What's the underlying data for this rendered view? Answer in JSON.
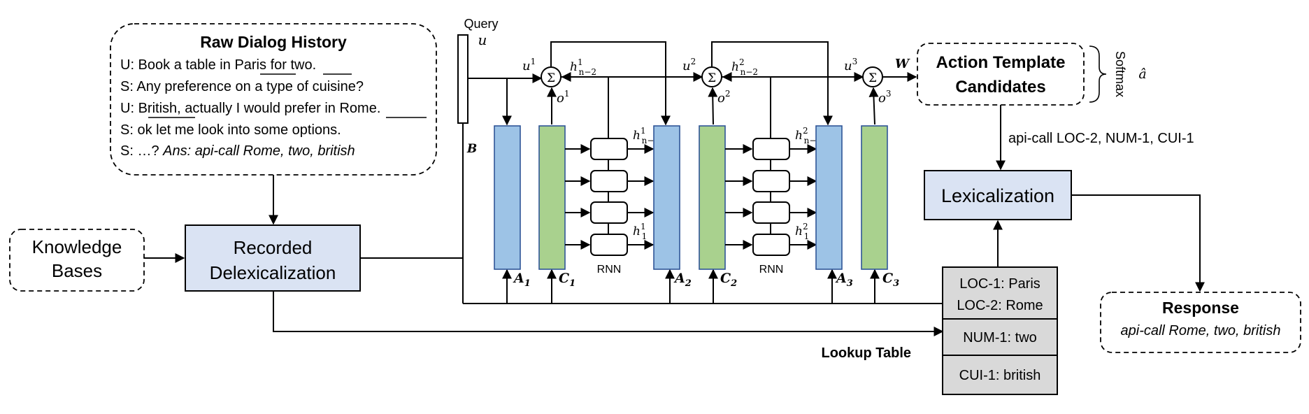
{
  "dialog_history": {
    "title": "Raw Dialog History",
    "lines": [
      {
        "seg": [
          "U: Book a table in ",
          "Paris",
          " for ",
          "two",
          "."
        ]
      },
      {
        "seg": [
          "S: Any preference on a type of cuisine?"
        ]
      },
      {
        "seg": [
          "U: ",
          "British",
          ", actually I would prefer in ",
          "Rome",
          "."
        ]
      },
      {
        "seg": [
          "S: ok let me look into some options."
        ]
      },
      {
        "seg": [
          "S: …? ",
          "Ans: api-call Rome, two, british"
        ]
      }
    ]
  },
  "knowledge_bases": {
    "line1": "Knowledge",
    "line2": "Bases"
  },
  "recorded_delex": {
    "line1": "Recorded",
    "line2": "Delexicalization"
  },
  "query": {
    "label": "Query",
    "u": "u",
    "b": "B"
  },
  "memory": {
    "u1": "u",
    "u1_sup": "1",
    "u2": "u",
    "u2_sup": "2",
    "u3": "u",
    "u3_sup": "3",
    "o1": "o",
    "o1_sup": "1",
    "o2": "o",
    "o2_sup": "2",
    "o3": "o",
    "o3_sup": "3",
    "sigma": "Σ",
    "h_base": "h",
    "hop1_top_sup": "1",
    "hop1_top_sub": "n−2",
    "hop1_mid_sup": "1",
    "hop1_mid_sub": "n−2",
    "hop1_bot_sup": "1",
    "hop1_bot_sub": "1",
    "hop2_top_sup": "2",
    "hop2_top_sub": "n−2",
    "hop2_mid_sup": "2",
    "hop2_mid_sub": "n−2",
    "hop2_bot_sup": "2",
    "hop2_bot_sub": "1",
    "rnn_label": "RNN",
    "A": "A",
    "C": "C",
    "idx1": "1",
    "idx2": "2",
    "idx3": "3",
    "w": "W"
  },
  "action_templates": {
    "line1": "Action Template",
    "line2": "Candidates"
  },
  "softmax": {
    "label": "Softmax",
    "a_hat": "â"
  },
  "api_call": "api-call LOC-2, NUM-1, CUI-1",
  "lexicalization": "Lexicalization",
  "lookup": {
    "title": "Lookup Table",
    "cell1_line1": "LOC-1: Paris",
    "cell1_line2": "LOC-2: Rome",
    "cell2": "NUM-1: two",
    "cell3": "CUI-1: british"
  },
  "response": {
    "title": "Response",
    "text": "api-call Rome, two, british"
  },
  "colors": {
    "A": "#9dc3e6",
    "C": "#a9d18e",
    "box": "#dae3f3",
    "lookup": "#d9d9d9"
  }
}
